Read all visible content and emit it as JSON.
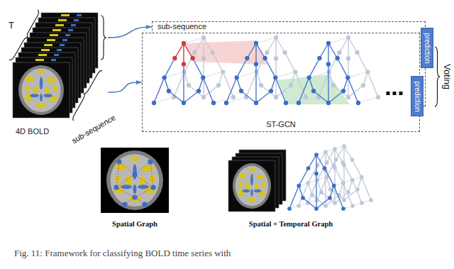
{
  "diagram": {
    "caption": "Fig. 11: Framework for classifying BOLD time series with",
    "nodes": [
      {
        "text": [
          "4D BOLD"
        ]
      },
      {
        "text": [
          "sub-sequence"
        ]
      },
      {
        "text": [
          "prediction"
        ],
        "in": 1
      },
      {
        "text": [
          "ST-GCN"
        ]
      },
      {
        "text": [
          "prediction"
        ],
        "in": 3
      }
    ],
    "edges": [
      {
        "from": 0,
        "to": 1,
        "arrow": "to"
      },
      {
        "from": 0,
        "to": 3,
        "arrow": "to"
      }
    ],
    "labels": [
      "T",
      "sub-sequence",
      "Voting",
      "Spatial Graph",
      "Spatial + Temporal Graph"
    ]
  }
}
